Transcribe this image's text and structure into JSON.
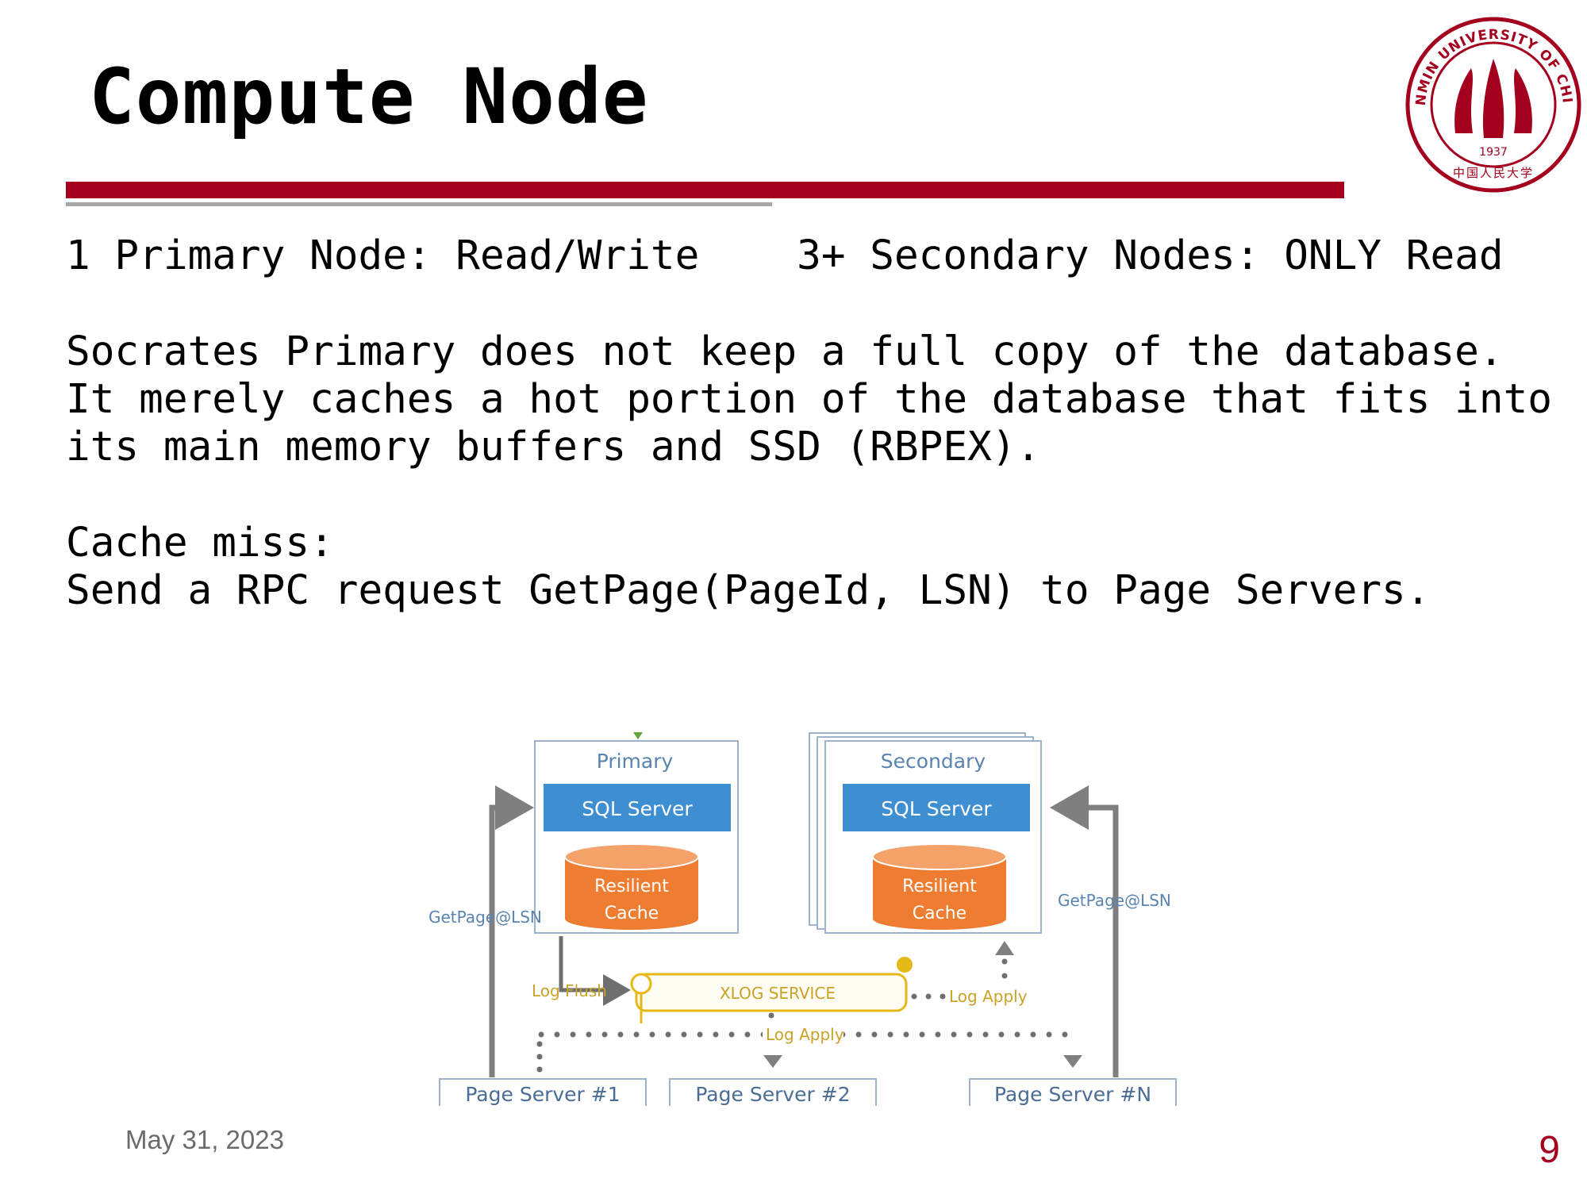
{
  "slide": {
    "title": "Compute Node",
    "lines": [
      "1 Primary Node: Read/Write    3+ Secondary Nodes: ONLY Read",
      "Socrates Primary does not keep a full copy of the database.",
      "It merely caches a hot portion of the database that fits into",
      "its main memory buffers and SSD (RBPEX).",
      "Cache miss:",
      "Send a RPC request GetPage(PageId, LSN) to Page Servers."
    ]
  },
  "logo": {
    "ring_text": "RENMIN UNIVERSITY OF CHINA",
    "year": "1937",
    "chinese_text": "中国人民大学",
    "color": "#a4001e"
  },
  "diagram": {
    "primary_label": "Primary",
    "secondary_label": "Secondary",
    "sql_server_label": "SQL Server",
    "cache_line1": "Resilient",
    "cache_line2": "Cache",
    "getpage_left": "GetPage@LSN",
    "getpage_right": "GetPage@LSN",
    "log_flush": "Log Flush",
    "xlog_service": "XLOG SERVICE",
    "log_apply_top": "Log Apply",
    "log_apply_bottom": "Log Apply",
    "page_server_1": "Page Server #1",
    "page_server_2": "Page Server #2",
    "page_server_n": "Page Server #N",
    "colors": {
      "box_border": "#9db3cc",
      "sql_fill": "#3d8fd1",
      "label_blue": "#5a84b0",
      "cache_fill": "#ee7d31",
      "xlog": "#e6b817",
      "xlog_text": "#c9a227",
      "arrow_gray": "#7f7f7f",
      "dot_gray": "#6f6f6f",
      "page_text": "#4a6d95"
    }
  },
  "footer": {
    "date": "May 31, 2023",
    "page_number": "9"
  },
  "colors": {
    "accent_red": "#a4001e",
    "rule_gray": "#a6a6a6"
  }
}
